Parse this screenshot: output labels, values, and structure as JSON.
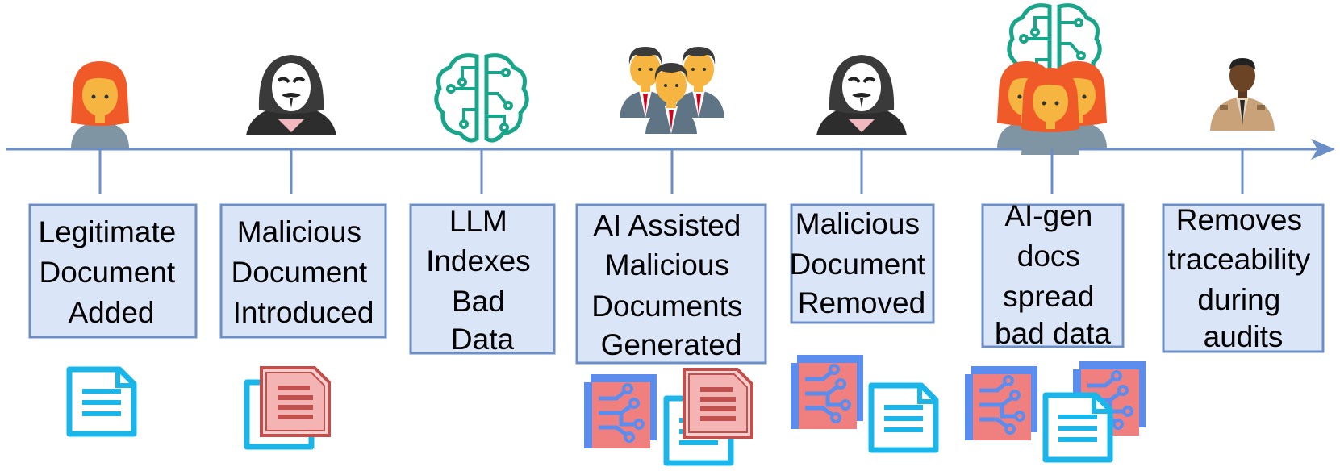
{
  "timeline": {
    "events": [
      {
        "lines": [
          "Legitimate",
          "Document",
          "Added"
        ],
        "actor": "woman-icon",
        "docs": [
          "doc-icon"
        ]
      },
      {
        "lines": [
          "Malicious",
          "Document",
          "Introduced"
        ],
        "actor": "hacker-icon",
        "docs": [
          "doc-icon",
          "malicious-doc-icon"
        ]
      },
      {
        "lines": [
          "LLM",
          "Indexes",
          "Bad",
          "Data"
        ],
        "actor": "ai-brain-icon",
        "docs": []
      },
      {
        "lines": [
          "AI Assisted",
          "Malicious",
          "Documents",
          "Generated"
        ],
        "actor": "group-of-men-icon",
        "docs": [
          "ai-doc-icon",
          "doc-icon",
          "malicious-doc-icon"
        ]
      },
      {
        "lines": [
          "Malicious",
          "Document",
          "Removed"
        ],
        "actor": "hacker-icon",
        "docs": [
          "ai-doc-icon",
          "doc-icon"
        ]
      },
      {
        "lines": [
          "AI-gen",
          "docs",
          "spread",
          "bad data"
        ],
        "actor": "ai-brain-with-women-icon",
        "docs": [
          "ai-doc-icon",
          "ai-doc-icon",
          "doc-icon"
        ]
      },
      {
        "lines": [
          "Removes",
          "traceability",
          "during",
          "audits"
        ],
        "actor": "security-guard-icon",
        "docs": []
      }
    ]
  },
  "colors": {
    "axis": "#6b8fc6",
    "box_fill": "#dae6f8",
    "box_stroke": "#6b8fc6",
    "doc_cyan": "#1bb6e9",
    "malicious_red": "#c0504d",
    "ai_doc_pink": "#f08080",
    "ai_doc_blue": "#5b8def",
    "brain_green": "#19a58a",
    "skin": "#f6b441",
    "hair_red": "#f05a28",
    "suit_gray": "#5f7585",
    "hood_dark": "#3a3a3a"
  }
}
